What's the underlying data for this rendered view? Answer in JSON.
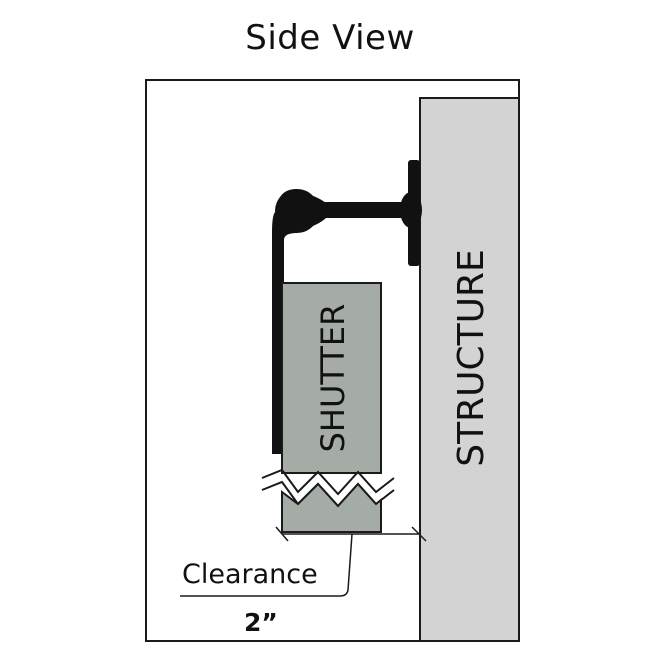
{
  "title": "Side View",
  "labels": {
    "structure": "STRUCTURE",
    "shutter": "SHUTTER",
    "clearance": "Clearance",
    "dimension": "2”"
  },
  "colors": {
    "structure_fill": "#d3d3d3",
    "shutter_fill": "#a5aca5",
    "hardware": "#111111",
    "outline": "#1a1a1a"
  }
}
